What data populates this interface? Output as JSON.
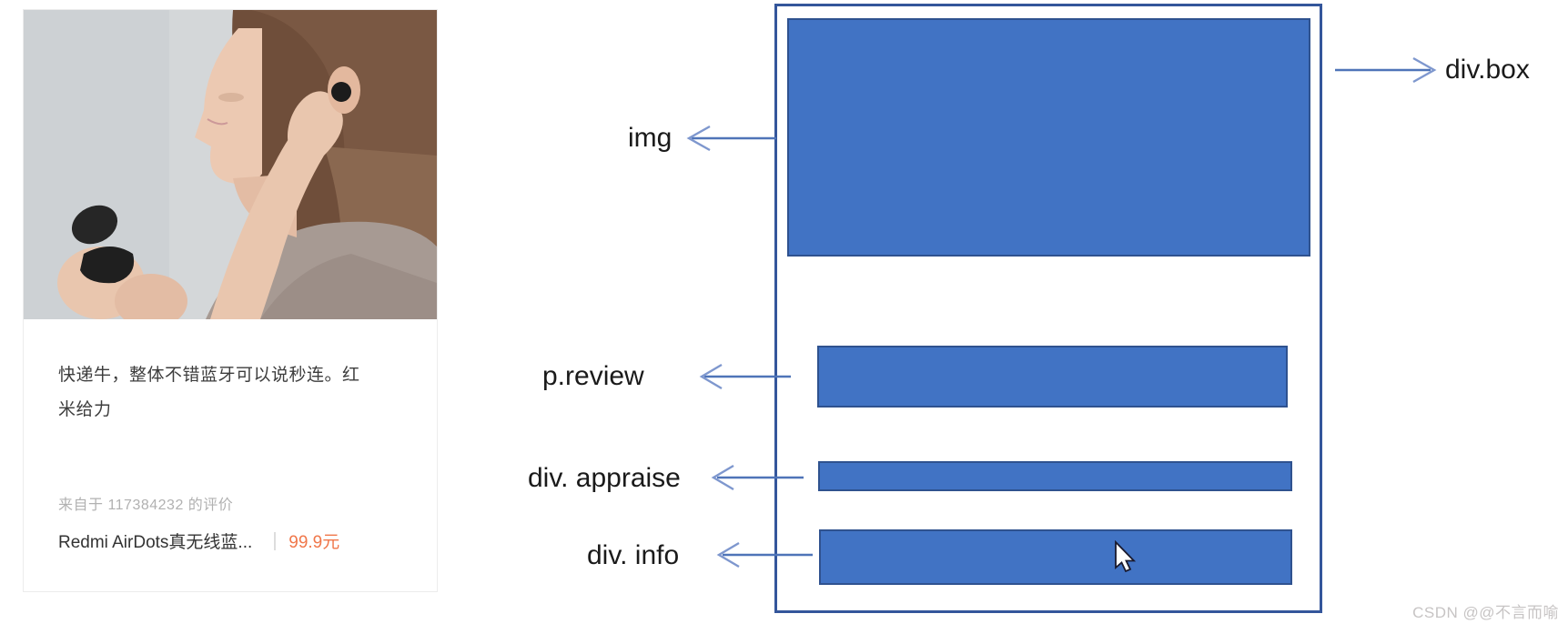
{
  "product_card": {
    "review_text": "快递牛，整体不错蓝牙可以说秒连。红米给力",
    "source_text": "来自于 117384232 的评价",
    "product_name": "Redmi AirDots真无线蓝...",
    "price": "99.9元",
    "price_color": "#f0774a"
  },
  "diagram": {
    "label_img": "img",
    "label_review": "p.review",
    "label_appraise": "div. appraise",
    "label_info": "div. info",
    "label_box": "div.box",
    "colors": {
      "box_fill": "#4173c4",
      "box_border": "#2f528f",
      "outer_border": "#34569b",
      "arrow": "#4f74b8"
    }
  },
  "watermark": "CSDN @@不言而喻"
}
